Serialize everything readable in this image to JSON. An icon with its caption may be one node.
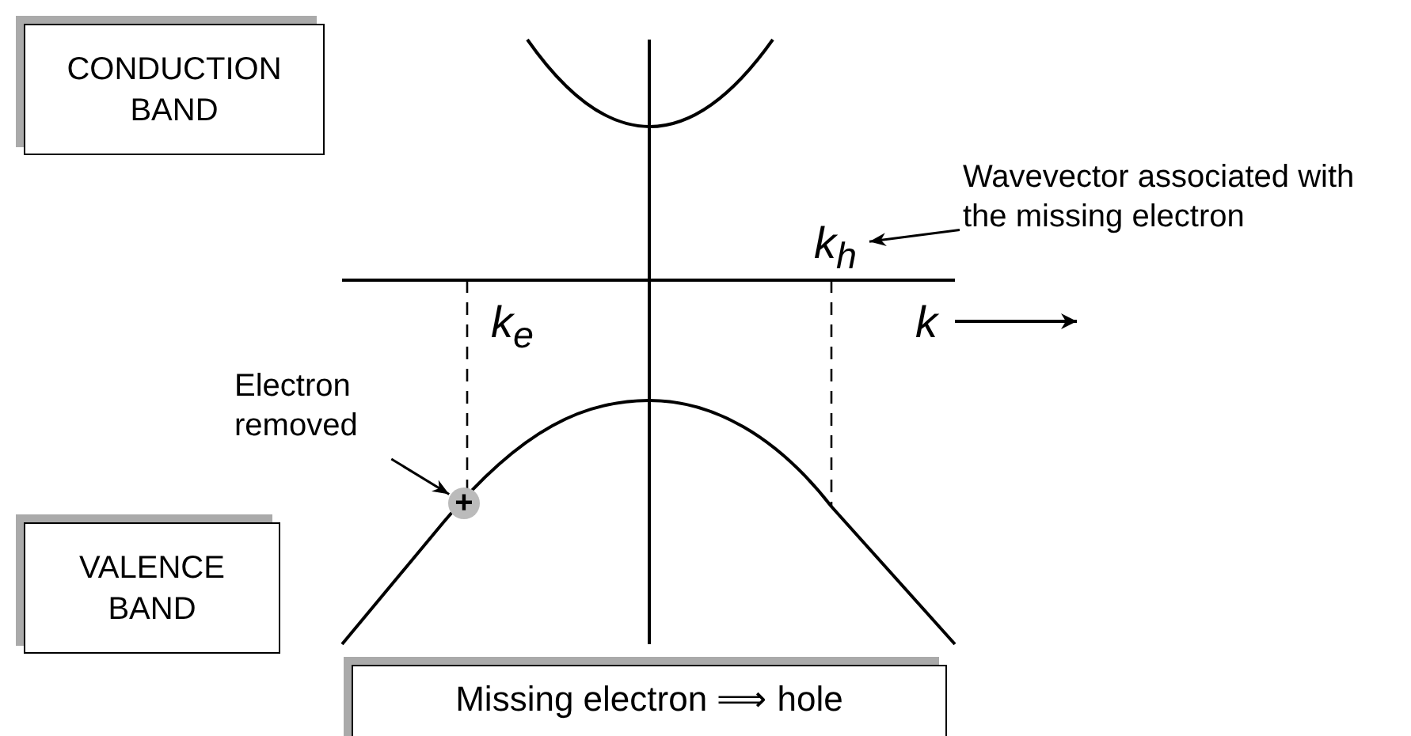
{
  "diagram": {
    "nodes": [
      {
        "text": [
          "CONDUCTION BAND"
        ]
      },
      {
        "text": [
          "VALENCE BAND"
        ]
      },
      {
        "text": [
          "Missing electron ⟹ hole"
        ]
      },
      {
        "text": [
          "Electron removed"
        ]
      },
      {
        "text": [
          "+"
        ]
      },
      {
        "text": [
          "Wavevector associated with the missing electron"
        ]
      },
      {
        "text": [
          "k$_{h}$"
        ]
      }
    ],
    "edges": [
      {
        "from": 3,
        "to": 4,
        "arrow": "to"
      },
      {
        "from": 5,
        "to": 6,
        "arrow": "to"
      }
    ],
    "labels": [
      "k$_{e}$",
      "k"
    ]
  }
}
